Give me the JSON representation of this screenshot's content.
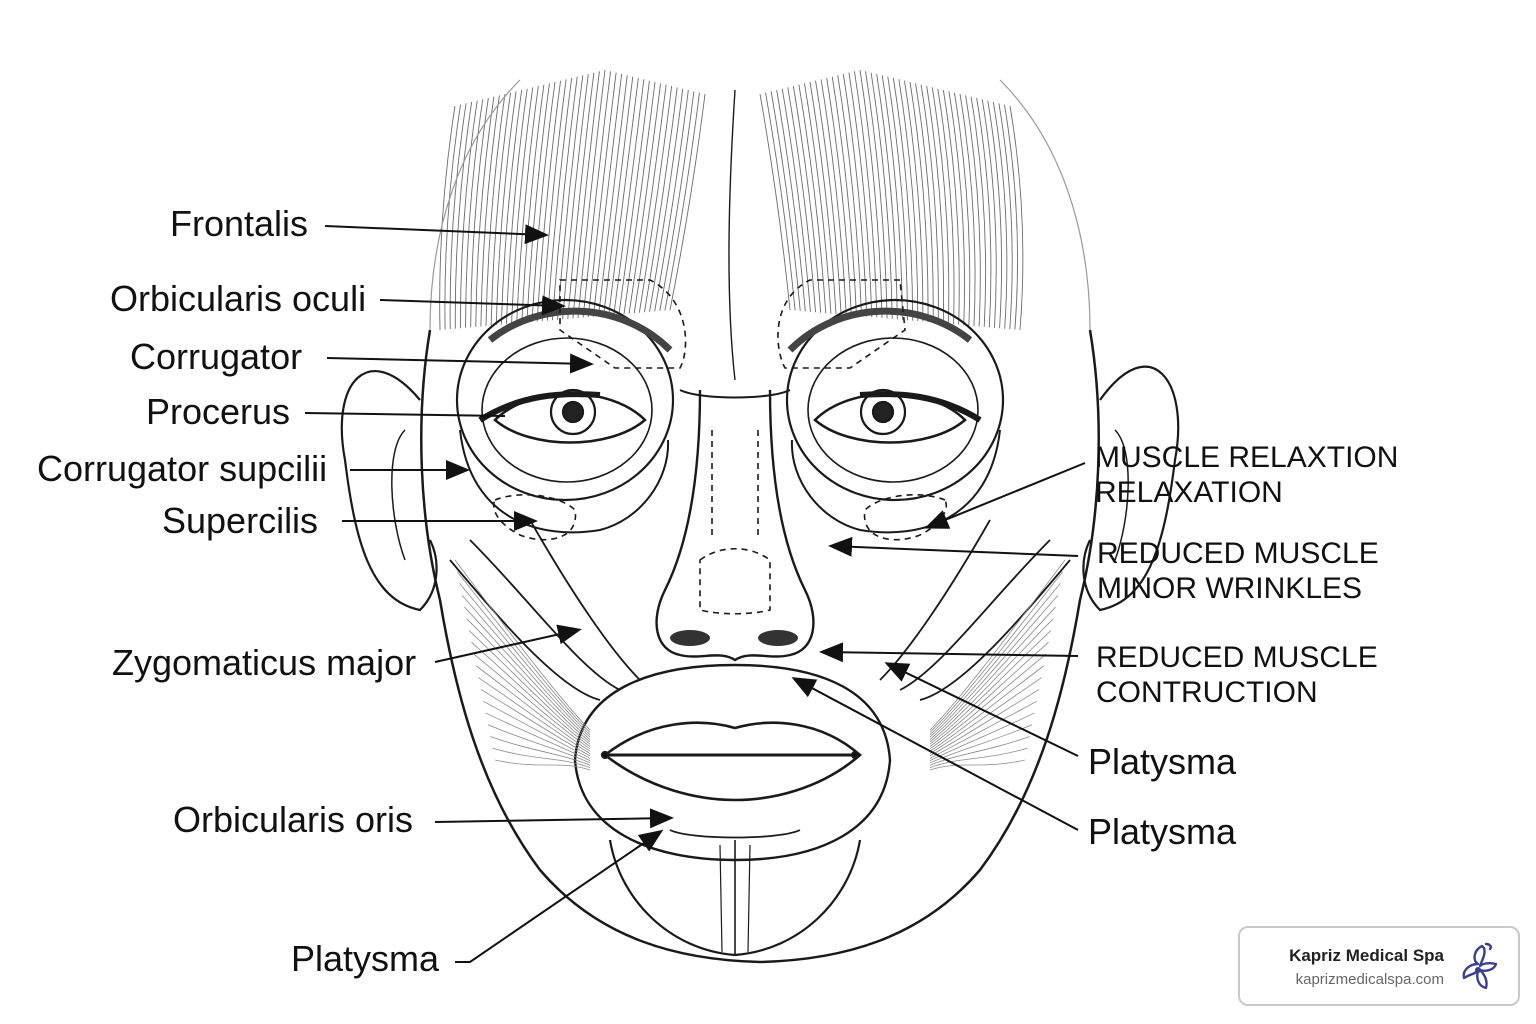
{
  "labels_left": {
    "frontalis": "Frontalis",
    "orbicularis_oculi": "Orbicularis oculi",
    "corrugator": "Corrugator",
    "procerus": "Procerus",
    "corrugator_supcilii": "Corrugator supcilii",
    "supercilis": "Supercilis",
    "zygomaticus_major": "Zygomaticus major",
    "orbicularis_oris": "Orbicularis oris",
    "platysma_bottom": "Platysma"
  },
  "labels_right": {
    "relax_line1": "MUSCLE RELAXTION",
    "relax_line2": "RELAXATION",
    "wrinkles_line1": "REDUCED MUSCLE",
    "wrinkles_line2": "MINOR WRINKLES",
    "contraction_line1": "REDUCED MUSCLE",
    "contraction_line2": "CONTRUCTION",
    "platysma_1": "Platysma",
    "platysma_2": "Platysma"
  },
  "brand": {
    "name": "Kapriz Medical Spa",
    "url": "kaprizmedicalspa.com",
    "logo_color": "#3b3f8f"
  },
  "colors": {
    "line": "#1a1a1a",
    "fiber": "#6b6b6b",
    "skin": "#f2f2f2"
  }
}
